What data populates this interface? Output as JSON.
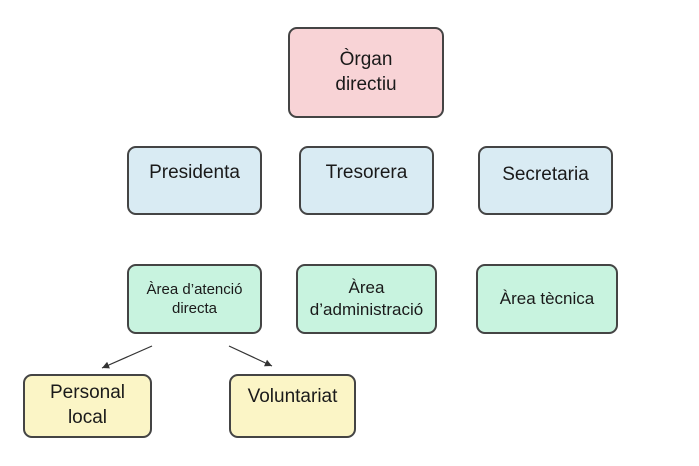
{
  "diagram": {
    "top": {
      "line1": "Òrgan",
      "line2": "directiu"
    },
    "roles": [
      {
        "label": "Presidenta"
      },
      {
        "label": "Tresorera"
      },
      {
        "label": "Secretaria"
      }
    ],
    "areas": [
      {
        "line1": "Àrea d’atenció",
        "line2": "directa"
      },
      {
        "line1": "Àrea",
        "line2": "d’administració"
      },
      {
        "line1": "Àrea tècnica",
        "line2": ""
      }
    ],
    "teams": [
      {
        "line1": "Personal",
        "line2": "local"
      },
      {
        "line1": "Voluntariat",
        "line2": ""
      }
    ]
  },
  "colors": {
    "top_fill": "#f8d3d6",
    "role_fill": "#d9ebf3",
    "area_fill": "#c8f3df",
    "team_fill": "#fbf5c6",
    "border": "#444444"
  }
}
